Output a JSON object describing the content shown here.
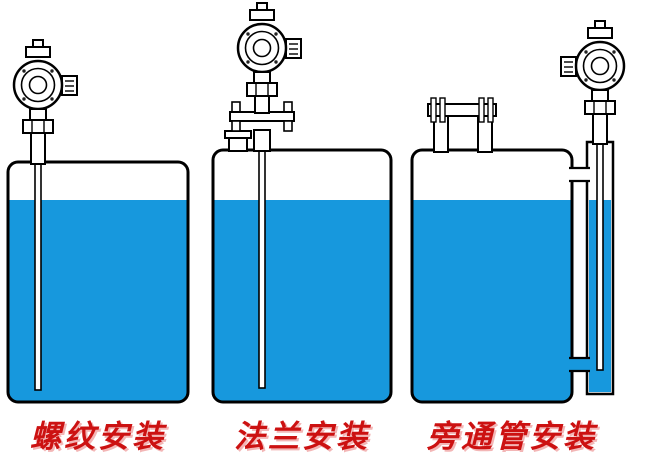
{
  "diagram": {
    "type": "level-transmitter-installation-diagram",
    "colors": {
      "liquid": "#1798dd",
      "outline": "#000000",
      "caption_red": "#cc1111",
      "background": "#ffffff"
    },
    "panels": [
      {
        "id": "threaded",
        "caption": "螺纹安装"
      },
      {
        "id": "flange",
        "caption": "法兰安装"
      },
      {
        "id": "bypass",
        "caption": "旁通管安装"
      }
    ]
  }
}
